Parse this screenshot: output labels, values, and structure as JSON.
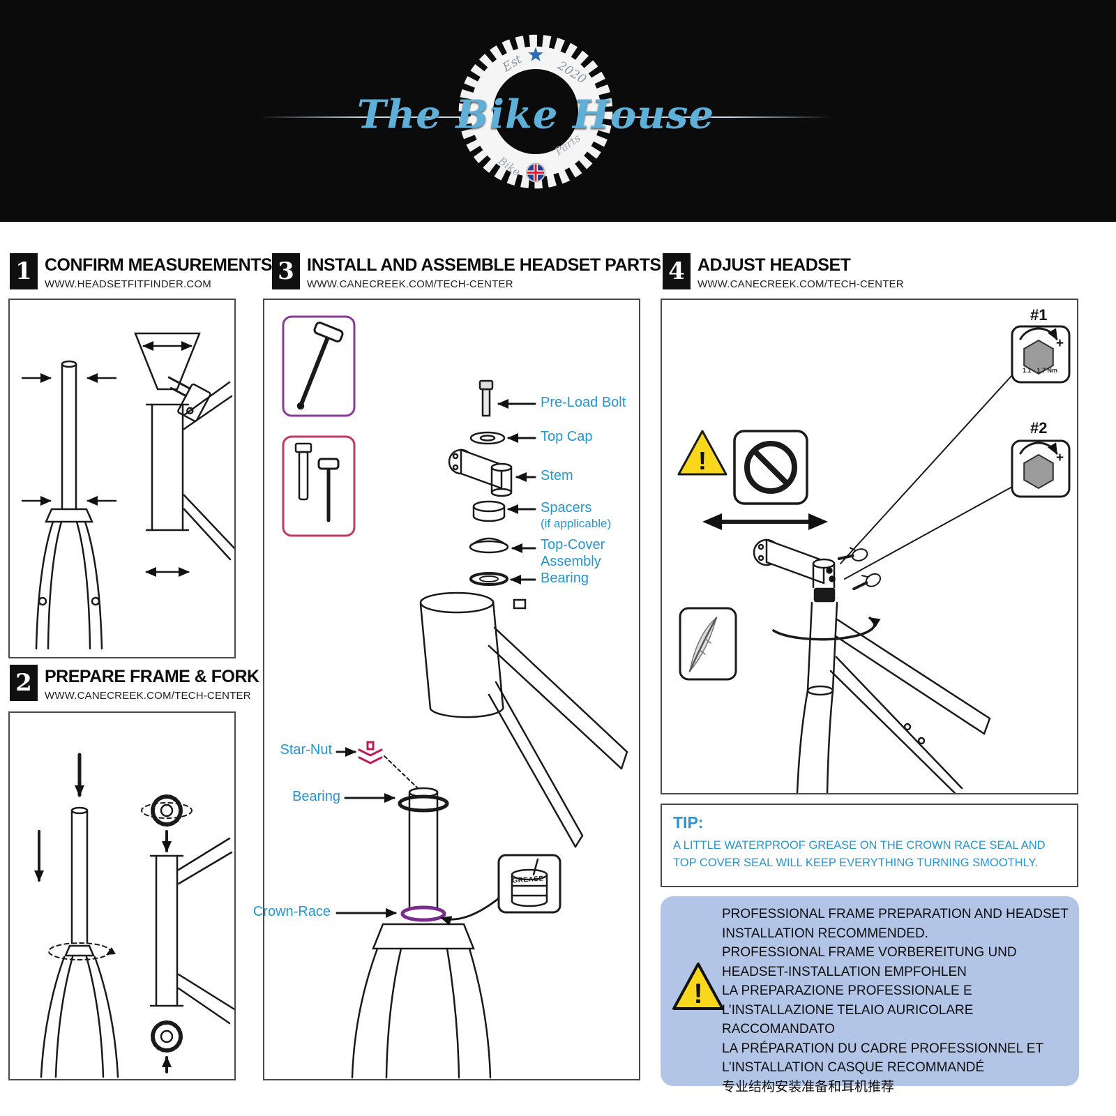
{
  "header": {
    "title": "The Bike House",
    "est": "Est",
    "year": "2020",
    "bike": "Bike",
    "parts": "Parts"
  },
  "sections": {
    "confirm": {
      "number": "1",
      "title": "CONFIRM MEASUREMENTS",
      "url": "WWW.HEADSETFITFINDER.COM"
    },
    "prepare": {
      "number": "2",
      "title": "PREPARE FRAME & FORK",
      "url": "WWW.CANECREEK.COM/TECH-CENTER"
    },
    "install": {
      "number": "3",
      "title": "INSTALL AND ASSEMBLE HEADSET PARTS",
      "url": "WWW.CANECREEK.COM/TECH-CENTER"
    },
    "adjust": {
      "number": "4",
      "title": "ADJUST HEADSET",
      "url": "WWW.CANECREEK.COM/TECH-CENTER"
    }
  },
  "install_labels": {
    "pre_load_bolt": "Pre-Load Bolt",
    "top_cap": "Top Cap",
    "stem": "Stem",
    "spacers": "Spacers",
    "spacers_note": "(if applicable)",
    "top_cover_1": "Top-Cover",
    "top_cover_2": "Assembly",
    "bearing_top": "Bearing",
    "star_nut": "Star-Nut",
    "bearing_bottom": "Bearing",
    "crown_race": "Crown-Race",
    "grease": "GREASE"
  },
  "adjust_labels": {
    "tool1": "#1",
    "tool2": "#2",
    "torque": "1.1 - 1.7 Nm"
  },
  "icons": {
    "plus": "+",
    "exclamation": "!"
  },
  "tip": {
    "title": "TIP:",
    "text": "A LITTLE WATERPROOF GREASE ON THE CROWN RACE SEAL AND TOP COVER SEAL WILL KEEP EVERYTHING TURNING SMOOTHLY."
  },
  "notice": {
    "lines": [
      "PROFESSIONAL FRAME PREPARATION AND HEADSET INSTALLATION RECOMMENDED.",
      "PROFESSIONAL FRAME VORBEREITUNG UND HEADSET-INSTALLATION EMPFOHLEN",
      "LA PREPARAZIONE PROFESSIONALE E L’INSTALLAZIONE TELAIO AURICOLARE RACCOMANDATO",
      "LA PRÉPARATION DU CADRE PROFESSIONNEL ET L’INSTALLATION CASQUE RECOMMANDÉ",
      "专业结构安装准备和耳机推荐"
    ]
  },
  "colors": {
    "accent_blue": "#2596cf",
    "logo_blue": "#5fb0d8",
    "warning_yellow": "#f9d71c",
    "notice_bg": "#b3c5e7",
    "star_nut_pink": "#c2185b",
    "crown_race_purple": "#7b2d8e"
  }
}
